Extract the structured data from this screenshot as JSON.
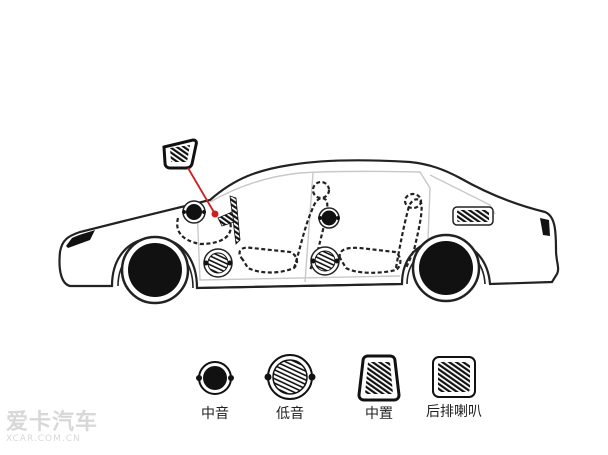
{
  "diagram": {
    "subject": "car-speaker-layout",
    "leader_line_color": "#cc1f1f",
    "outline_color": "#222222",
    "interior_line_color": "#c8c8c8",
    "speakers": [
      {
        "type": "midrange",
        "location": "front-dash-door-upper"
      },
      {
        "type": "woofer",
        "location": "front-door-lower"
      },
      {
        "type": "midrange",
        "location": "rear-door-upper"
      },
      {
        "type": "woofer",
        "location": "rear-door-lower"
      },
      {
        "type": "center",
        "location": "dashboard-center"
      },
      {
        "type": "rear-deck",
        "location": "rear-parcel-shelf"
      }
    ]
  },
  "legend": {
    "items": [
      {
        "icon": "midrange-speaker-icon",
        "label": "中音"
      },
      {
        "icon": "woofer-speaker-icon",
        "label": "低音"
      },
      {
        "icon": "center-speaker-icon",
        "label": "中置"
      },
      {
        "icon": "rear-speaker-icon",
        "label": "后排喇叭"
      }
    ]
  },
  "watermark": {
    "cn": "爱卡汽车",
    "en": "XCAR.COM.CN"
  }
}
